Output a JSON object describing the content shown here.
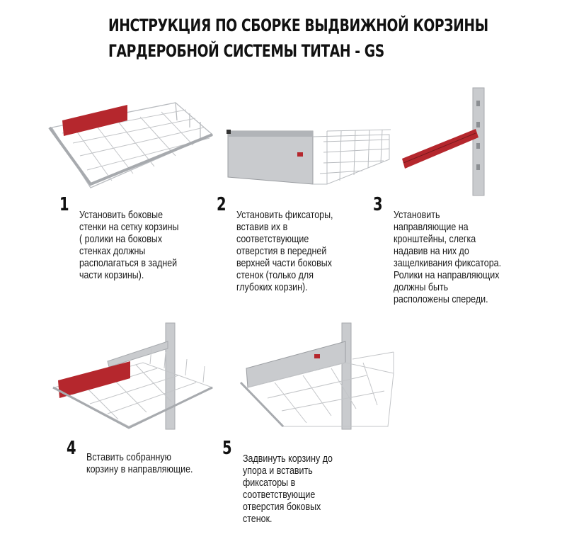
{
  "title": {
    "line1": "ИНСТРУКЦИЯ ПО СБОРКЕ ВЫДВИЖНОЙ КОРЗИНЫ",
    "line2": "ГАРДЕРОБНОЙ СИСТЕМЫ ТИТАН - GS"
  },
  "steps": [
    {
      "number": "1",
      "lines": [
        "Установить боковые",
        "стенки на сетку корзины",
        "( ролики на боковых",
        "стенках должны",
        "располагаться в задней",
        "части корзины)."
      ]
    },
    {
      "number": "2",
      "lines": [
        "Установить фиксаторы,",
        "вставив их в",
        "соответствующие",
        "отверстия в передней",
        "верхней части боковых",
        "стенок (только для",
        "глубоких корзин)."
      ]
    },
    {
      "number": "3",
      "lines": [
        "Установить",
        "направляющие на",
        "кронштейны, слегка",
        "надавив на них до",
        "защелкивания фиксатора.",
        "Ролики на направляющих",
        "должны быть",
        "расположены спереди."
      ]
    },
    {
      "number": "4",
      "lines": [
        "Вставить собранную",
        "корзину в направляющие."
      ]
    },
    {
      "number": "5",
      "lines": [
        "Задвинуть корзину до",
        "упора и вставить",
        "фиксаторы в",
        "соответствующие",
        "отверстия боковых",
        "стенок."
      ]
    }
  ],
  "colors": {
    "panel_red": "#b5272d",
    "wire": "#b9bcc0",
    "metal": "#c9cbce"
  }
}
